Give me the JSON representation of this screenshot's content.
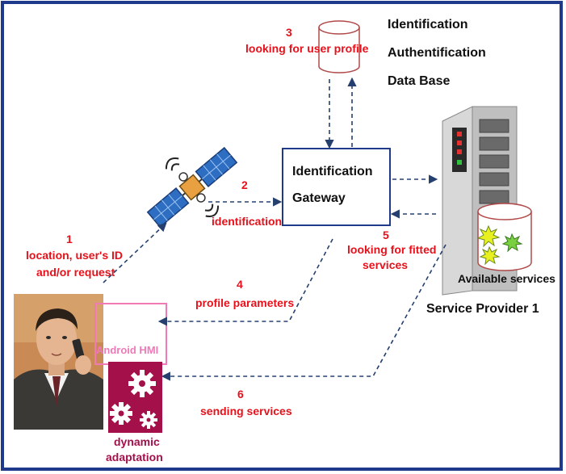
{
  "database": {
    "lines": [
      "Identification",
      "Authentification",
      "Data Base"
    ]
  },
  "gateway": {
    "lines": [
      "Identification",
      "Gateway"
    ]
  },
  "provider": {
    "name": "Service Provider 1",
    "services_label": "Available services"
  },
  "hmi": {
    "label": "Android HMI",
    "adaptation_lines": [
      "dynamic",
      "adaptation"
    ]
  },
  "steps": [
    {
      "number": "1",
      "lines": [
        "location, user's ID",
        "and/or request"
      ]
    },
    {
      "number": "2",
      "lines": [
        "identification"
      ]
    },
    {
      "number": "3",
      "lines": [
        "looking for user profile"
      ]
    },
    {
      "number": "4",
      "lines": [
        "profile parameters"
      ]
    },
    {
      "number": "5",
      "lines": [
        "looking for fitted",
        "services"
      ]
    },
    {
      "number": "6",
      "lines": [
        "sending services"
      ]
    }
  ],
  "colors": {
    "frame": "#1f3a8a",
    "step_text": "#e8101a",
    "arrow": "#25406e",
    "gateway_border": "#1f3a8a",
    "database_border": "#b04a4a",
    "hmi_border": "#f07ab8",
    "gear_panel": "#a3104a"
  }
}
